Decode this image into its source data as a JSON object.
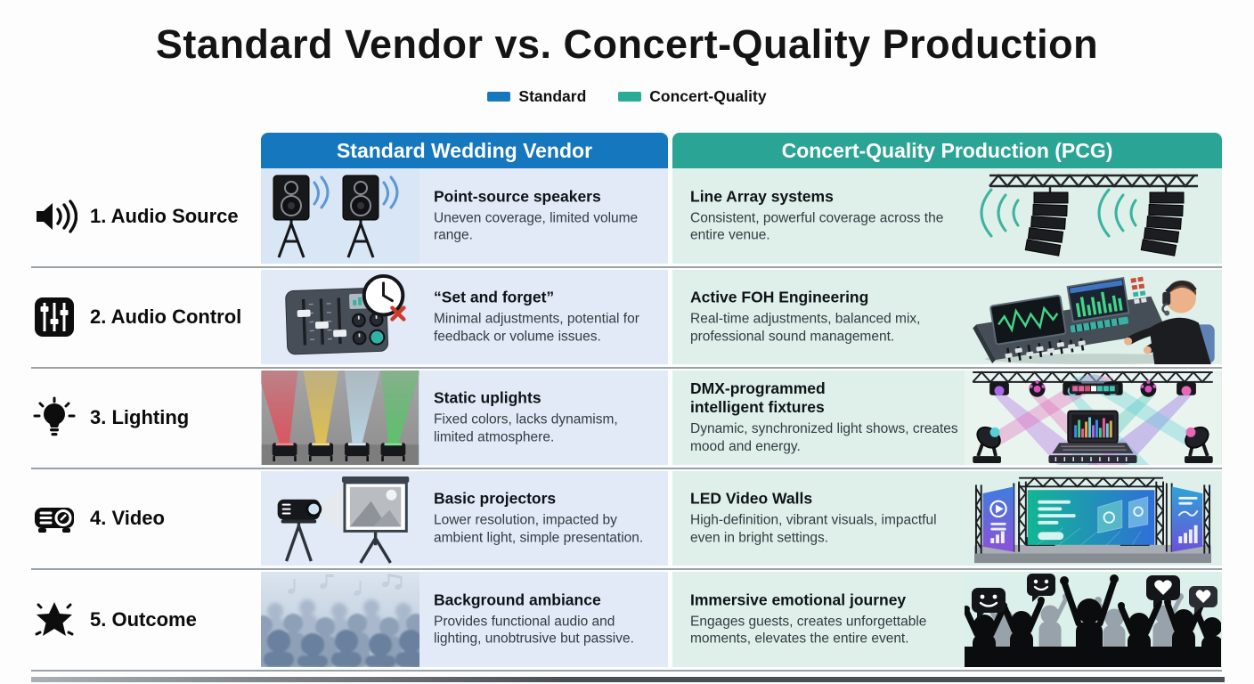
{
  "title": "Standard Vendor vs. Concert-Quality Production",
  "legend": {
    "standard": {
      "label": "Standard",
      "color": "#1577bd"
    },
    "concert": {
      "label": "Concert-Quality",
      "color": "#2aab96"
    }
  },
  "columns": {
    "standard": "Standard Wedding Vendor",
    "concert": "Concert-Quality Production (PCG)"
  },
  "colors": {
    "standard_header": "#1577bd",
    "concert_header": "#2aa494",
    "standard_cell_bg": "#e1eaf6",
    "concert_cell_bg": "#def0e9"
  },
  "rows": [
    {
      "label": "1. Audio Source",
      "icon": "speaker-icon",
      "standard": {
        "heading": "Point-source speakers",
        "body": "Uneven coverage, limited volume range.",
        "illustration": "speakers-on-tripods"
      },
      "concert": {
        "heading": "Line Array systems",
        "body": "Consistent, powerful coverage across the entire venue.",
        "illustration": "line-array-on-truss"
      }
    },
    {
      "label": "2. Audio Control",
      "icon": "mixer-icon",
      "standard": {
        "heading": "“Set and forget”",
        "body": "Minimal adjustments, potential for feedback or volume issues.",
        "illustration": "small-mixer-with-clock"
      },
      "concert": {
        "heading": "Active FOH Engineering",
        "body": "Real-time adjustments, balanced mix, professional sound management.",
        "illustration": "foh-engineer-at-console"
      }
    },
    {
      "label": "3. Lighting",
      "icon": "lightbulb-icon",
      "standard": {
        "heading": "Static uplights",
        "body": "Fixed colors, lacks dynamism, limited atmosphere.",
        "illustration": "four-static-uplights"
      },
      "concert": {
        "heading": "DMX-programmed intelligent fixtures",
        "body": "Dynamic, synchronized light shows, creates mood and energy.",
        "illustration": "moving-head-light-show"
      }
    },
    {
      "label": "4. Video",
      "icon": "projector-icon",
      "standard": {
        "heading": "Basic projectors",
        "body": "Lower resolution, impacted by ambient light, simple presentation.",
        "illustration": "projector-and-screen"
      },
      "concert": {
        "heading": "LED Video Walls",
        "body": "High-definition, vibrant visuals, impactful even in bright settings.",
        "illustration": "led-video-wall-stage"
      }
    },
    {
      "label": "5. Outcome",
      "icon": "star-icon",
      "standard": {
        "heading": "Background ambiance",
        "body": "Provides functional audio and lighting, unobtrusive but passive.",
        "illustration": "passive-crowd-with-music-notes"
      },
      "concert": {
        "heading": "Immersive emotional journey",
        "body": "Engages guests, creates unforgettable moments, elevates the entire event.",
        "illustration": "cheering-crowd-with-reactions"
      }
    }
  ]
}
